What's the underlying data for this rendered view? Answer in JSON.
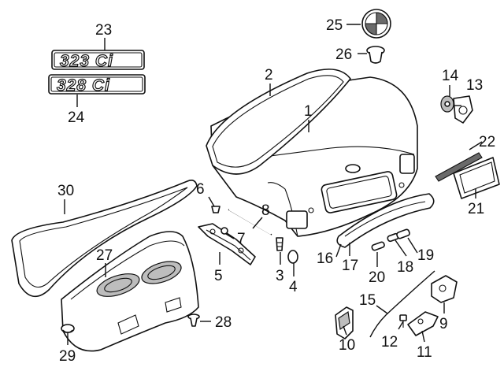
{
  "badges": {
    "badge_23": "323 Ci",
    "badge_24": "328 Ci"
  },
  "callouts": [
    {
      "id": "1",
      "label": "1"
    },
    {
      "id": "2",
      "label": "2"
    },
    {
      "id": "3",
      "label": "3"
    },
    {
      "id": "4",
      "label": "4"
    },
    {
      "id": "5",
      "label": "5"
    },
    {
      "id": "6",
      "label": "6"
    },
    {
      "id": "7",
      "label": "7"
    },
    {
      "id": "8",
      "label": "8"
    },
    {
      "id": "9",
      "label": "9"
    },
    {
      "id": "10",
      "label": "10"
    },
    {
      "id": "11",
      "label": "11"
    },
    {
      "id": "12",
      "label": "12"
    },
    {
      "id": "13",
      "label": "13"
    },
    {
      "id": "14",
      "label": "14"
    },
    {
      "id": "15",
      "label": "15"
    },
    {
      "id": "16",
      "label": "16"
    },
    {
      "id": "17",
      "label": "17"
    },
    {
      "id": "18",
      "label": "18"
    },
    {
      "id": "19",
      "label": "19"
    },
    {
      "id": "20",
      "label": "20"
    },
    {
      "id": "21",
      "label": "21"
    },
    {
      "id": "22",
      "label": "22"
    },
    {
      "id": "23",
      "label": "23"
    },
    {
      "id": "24",
      "label": "24"
    },
    {
      "id": "25",
      "label": "25"
    },
    {
      "id": "26",
      "label": "26"
    },
    {
      "id": "27",
      "label": "27"
    },
    {
      "id": "28",
      "label": "28"
    },
    {
      "id": "29",
      "label": "29"
    },
    {
      "id": "30",
      "label": "30"
    }
  ]
}
